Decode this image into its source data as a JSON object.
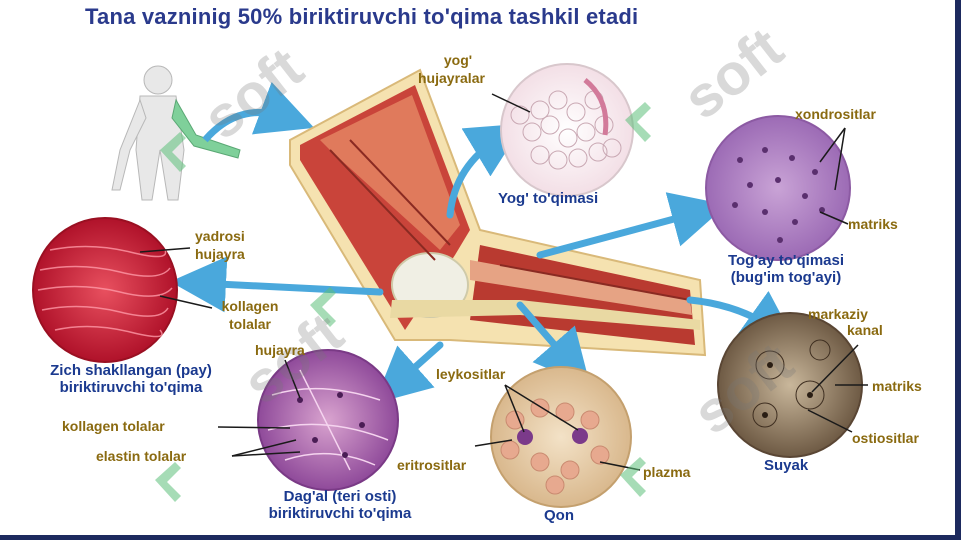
{
  "title": "Tana vazninig 50% biriktiruvchi to'qima tashkil etadi",
  "watermark": "soft",
  "colors": {
    "title": "#2a3a8c",
    "label_blue": "#1b3a8f",
    "label_olive": "#8a6a10",
    "arrow": "#4aa8dc",
    "watermark_green": "#5cc07a"
  },
  "tissues": {
    "adipose": {
      "name": "Yog' to'qimasi",
      "labels": [
        "yog'",
        "hujayralar"
      ]
    },
    "cartilage": {
      "name_line1": "Tog'ay to'qimasi",
      "name_line2": "(bug'im tog'ayi)",
      "labels": [
        "xondrositlar",
        "matriks"
      ]
    },
    "dense": {
      "name_line1": "Zich shakllangan (pay)",
      "name_line2": "biriktiruvchi to'qima",
      "labels": [
        "yadrosi",
        "hujayra",
        "kollagen",
        "tolalar"
      ]
    },
    "loose": {
      "name_line1": "Dag'al (teri osti)",
      "name_line2": "biriktiruvchi to'qima",
      "labels": [
        "hujayra",
        "kollagen tolalar",
        "elastin tolalar"
      ]
    },
    "blood": {
      "name": "Qon",
      "labels": [
        "leykositlar",
        "eritrositlar",
        "plazma"
      ]
    },
    "bone": {
      "name": "Suyak",
      "labels": [
        "markaziy",
        "kanal",
        "matriks",
        "ostiositlar"
      ]
    }
  }
}
